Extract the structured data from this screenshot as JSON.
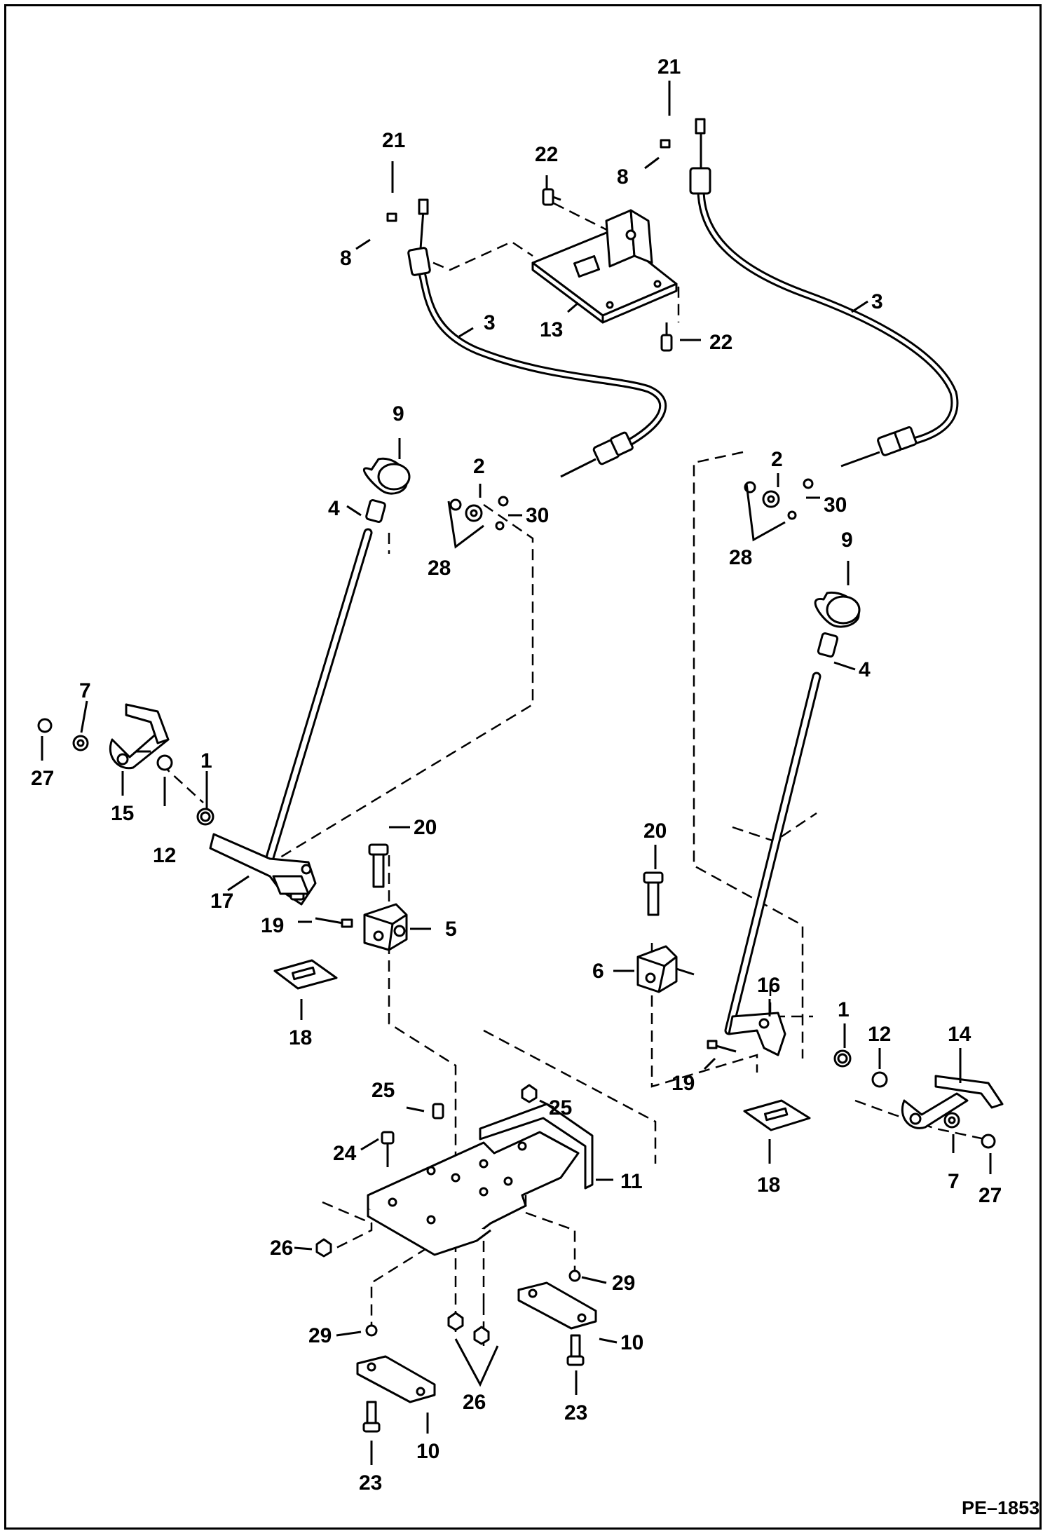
{
  "drawing": {
    "reference": "PE–1853"
  },
  "callouts": {
    "c1a": "1",
    "c1b": "1",
    "c2a": "2",
    "c2b": "2",
    "c3a": "3",
    "c3b": "3",
    "c4a": "4",
    "c4b": "4",
    "c5": "5",
    "c6": "6",
    "c7a": "7",
    "c7b": "7",
    "c8a": "8",
    "c8b": "8",
    "c9a": "9",
    "c9b": "9",
    "c10a": "10",
    "c10b": "10",
    "c11": "11",
    "c12a": "12",
    "c12b": "12",
    "c13": "13",
    "c14": "14",
    "c15": "15",
    "c16": "16",
    "c17": "17",
    "c18a": "18",
    "c18b": "18",
    "c19a": "19",
    "c19b": "19",
    "c20a": "20",
    "c20b": "20",
    "c21a": "21",
    "c21b": "21",
    "c22a": "22",
    "c22b": "22",
    "c23a": "23",
    "c23b": "23",
    "c24": "24",
    "c25a": "25",
    "c25b": "25",
    "c26a": "26",
    "c26b": "26",
    "c27a": "27",
    "c27b": "27",
    "c28a": "28",
    "c28b": "28",
    "c29a": "29",
    "c29b": "29",
    "c30a": "30",
    "c30b": "30"
  }
}
